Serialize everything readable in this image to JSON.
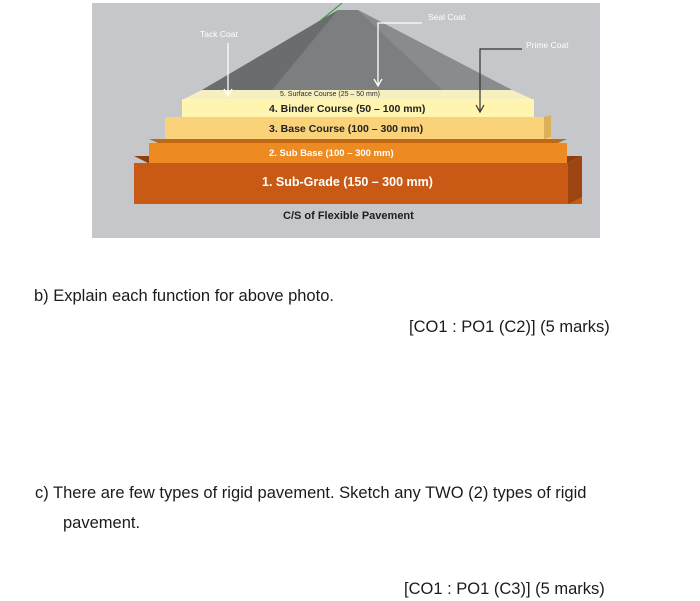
{
  "figure": {
    "caption": "C/S of Flexible Pavement",
    "callouts": {
      "seal_coat": "Seal Coat",
      "tack_coat": "Tack Coat",
      "prime_coat": "Prime Coat"
    },
    "layers": [
      {
        "label": "5. Surface Course (25 – 50 mm)",
        "color": "#f6efc0"
      },
      {
        "label": "4. Binder Course (50 – 100 mm)",
        "color": "#fff4b0"
      },
      {
        "label": "3. Base Course (100 – 300 mm)",
        "color": "#f9d27a"
      },
      {
        "label": "2. Sub Base (100 – 300 mm)",
        "color": "#ee8a22"
      },
      {
        "label": "1. Sub-Grade (150 – 300 mm)",
        "color": "#c85a16"
      }
    ]
  },
  "question_b": {
    "text": "b) Explain each function for above photo.",
    "marks": "[CO1 : PO1 (C2)] (5 marks)"
  },
  "question_c": {
    "line1": "c) There are few types of rigid pavement. Sketch any TWO (2) types of rigid",
    "line2": "pavement.",
    "marks": "[CO1 : PO1 (C3)] (5 marks)"
  }
}
